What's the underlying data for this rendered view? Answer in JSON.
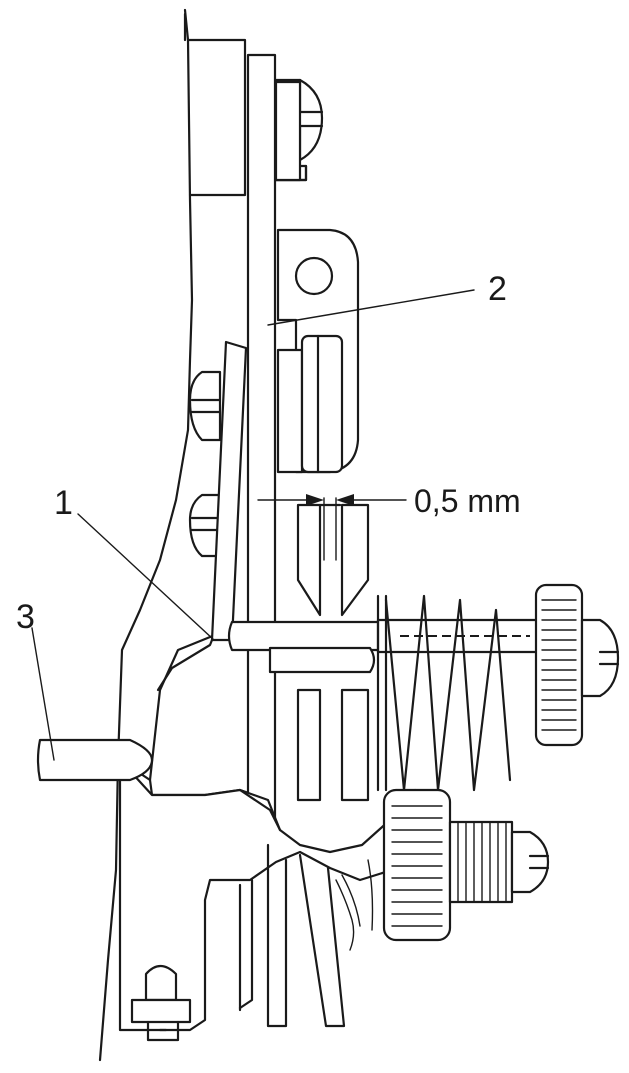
{
  "diagram": {
    "labels": {
      "part_1": "1",
      "part_2": "2",
      "part_3": "3"
    },
    "dimension": {
      "text": "0,5 mm"
    },
    "colors": {
      "stroke": "#1a1a1a",
      "background": "#ffffff"
    }
  }
}
